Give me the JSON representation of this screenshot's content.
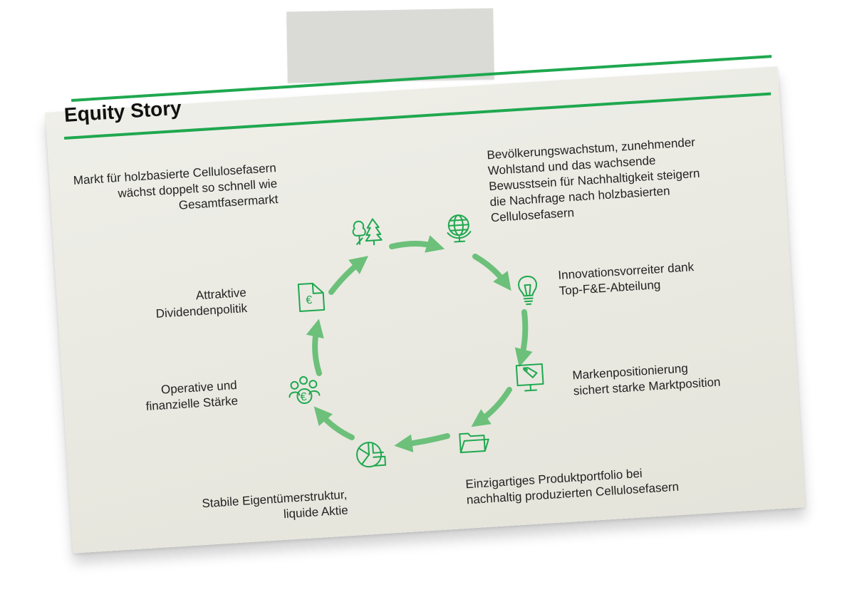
{
  "title": "Equity Story",
  "colors": {
    "accent": "#1fa84f",
    "paper": "#ebebe4",
    "tape": "#d7d7d4",
    "text": "#222222"
  },
  "items": [
    {
      "icon": "forest-icon",
      "lines": [
        "Markt für holzbasierte Cellulosefasern",
        "wächst doppelt so schnell wie",
        "Gesamtfasermarkt"
      ]
    },
    {
      "icon": "globe-icon",
      "lines": [
        "Bevölkerungswachstum, zunehmender",
        "Wohlstand und das wachsende",
        "Bewusstsein für Nachhaltigkeit steigern",
        "die Nachfrage nach holzbasierten",
        "Cellulosefasern"
      ]
    },
    {
      "icon": "lightbulb-icon",
      "lines": [
        "Innovationsvorreiter dank",
        "Top-F&E-Abteilung"
      ]
    },
    {
      "icon": "monitor-tag-icon",
      "lines": [
        "Markenpositionierung",
        "sichert starke Marktposition"
      ]
    },
    {
      "icon": "folder-icon",
      "lines": [
        "Einzigartiges Produktportfolio bei",
        "nachhaltig produzierten Cellulosefasern"
      ]
    },
    {
      "icon": "pie-chart-icon",
      "lines": [
        "Stabile Eigentümerstruktur,",
        "liquide Aktie"
      ]
    },
    {
      "icon": "people-euro-icon",
      "lines": [
        "Operative und",
        "finanzielle Stärke"
      ]
    },
    {
      "icon": "euro-document-icon",
      "lines": [
        "Attraktive",
        "Dividendenpolitik"
      ],
      "symbol": "€"
    }
  ],
  "icon_symbols": {
    "people_euro": "€"
  }
}
